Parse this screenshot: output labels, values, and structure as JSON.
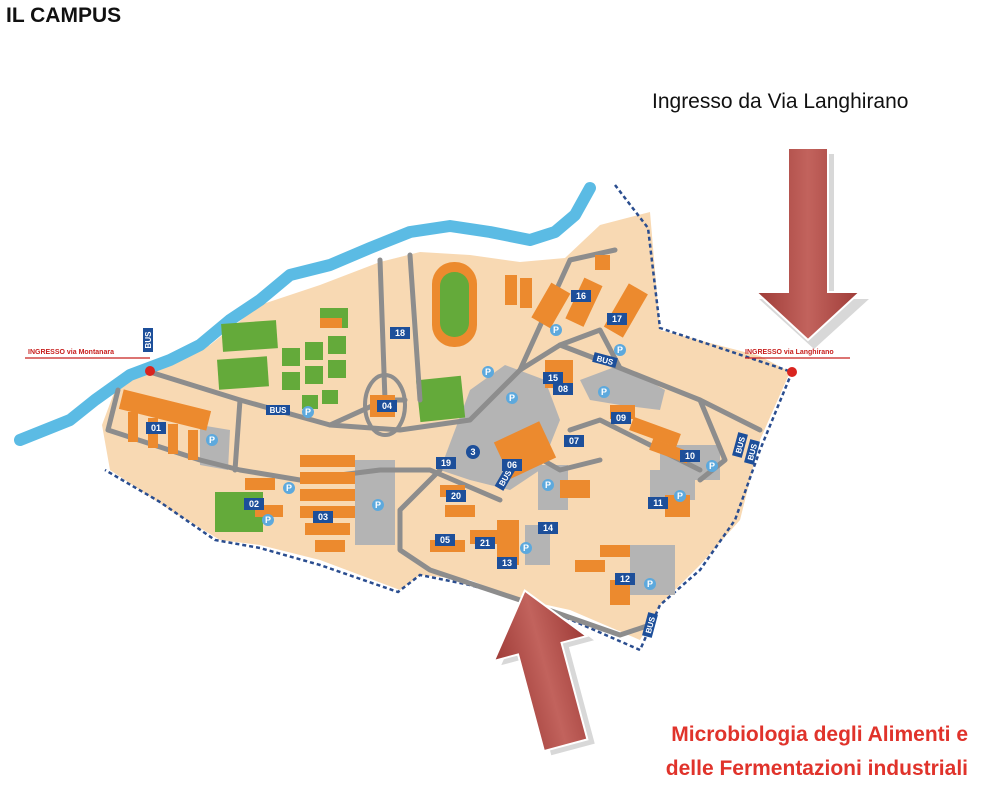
{
  "header": {
    "title": "IL CAMPUS",
    "entrance_top_label": "Ingresso da Via Langhirano"
  },
  "department": {
    "line1": "Microbiologia degli Alimenti e",
    "line2": "delle Fermentazioni industriali"
  },
  "map": {
    "entrance_west": "INGRESSO via Montanara",
    "entrance_east": "INGRESSO via Langhirano",
    "bus_label": "BUS",
    "parking_label": "P",
    "buildings": [
      "01",
      "02",
      "03",
      "04",
      "05",
      "06",
      "07",
      "08",
      "09",
      "10",
      "11",
      "12",
      "13",
      "14",
      "15",
      "16",
      "17",
      "19",
      "20",
      "21",
      "18"
    ]
  },
  "colors": {
    "campus_ground": "#f8d9b3",
    "building": "#ec8a2e",
    "plaza": "#b4b4b4",
    "river": "#5bbbe4",
    "sports_field": "#64aa3a",
    "badge": "#1d4f9a",
    "arrow": "#b04a45",
    "department_text": "#e0332b"
  },
  "icons": [
    "arrow-down-icon",
    "arrow-up-icon",
    "parking-icon",
    "bus-stop-icon",
    "entrance-marker-icon"
  ]
}
